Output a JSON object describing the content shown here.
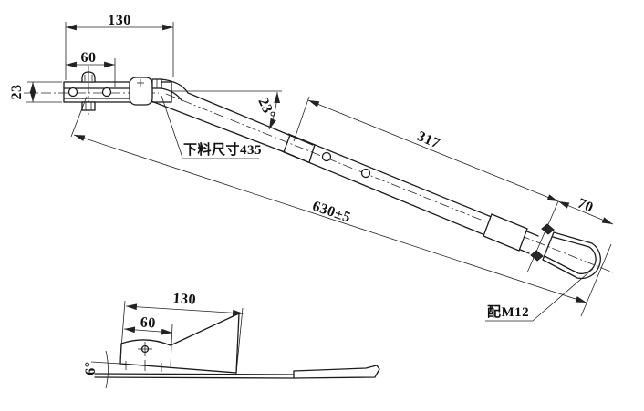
{
  "drawing": {
    "type": "engineering-2d-drawing",
    "views": 2,
    "main_view": {
      "dimensions": {
        "plate_length": "130",
        "hole_span": "60",
        "plate_width": "23",
        "bend_angle": "23°",
        "tube_length": "317",
        "overall_length": "630±5",
        "grip_length": "70"
      },
      "labels": {
        "blank_size": "下料尺寸435",
        "thread_spec": "配M12"
      }
    },
    "side_view": {
      "dimensions": {
        "plate_length": "130",
        "hole_offset": "60",
        "tilt_angle": "6°"
      }
    },
    "colors": {
      "line": "#1c1c1c",
      "background": "#ffffff"
    }
  }
}
